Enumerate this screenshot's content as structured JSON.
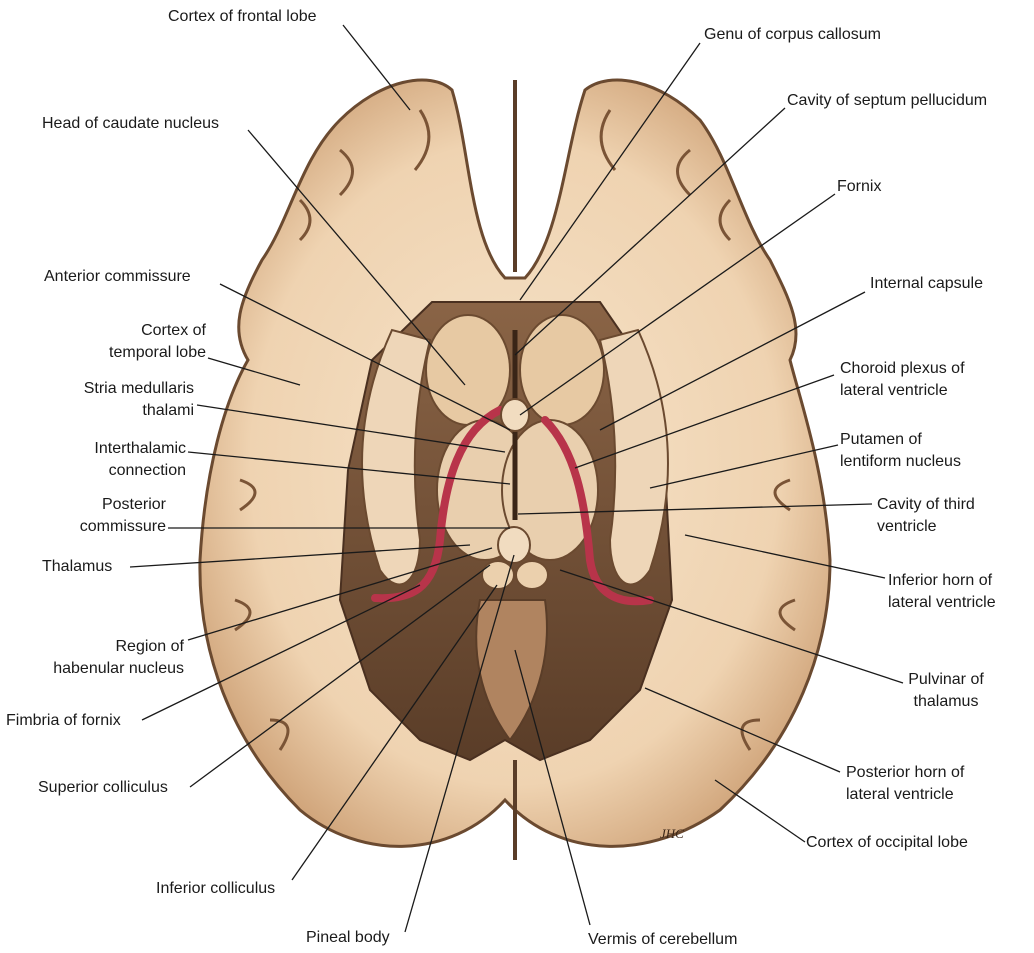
{
  "signature": "JHC",
  "labels": [
    {
      "id": "cortex-frontal-lobe",
      "lines": [
        "Cortex of frontal lobe"
      ]
    },
    {
      "id": "genu-corpus-callosum",
      "lines": [
        "Genu of corpus callosum"
      ]
    },
    {
      "id": "head-caudate-nucleus",
      "lines": [
        "Head of caudate nucleus"
      ]
    },
    {
      "id": "cavity-septum-pellucidum",
      "lines": [
        "Cavity of septum pellucidum"
      ]
    },
    {
      "id": "fornix",
      "lines": [
        "Fornix"
      ]
    },
    {
      "id": "anterior-commissure",
      "lines": [
        "Anterior commissure"
      ]
    },
    {
      "id": "internal-capsule",
      "lines": [
        "Internal capsule"
      ]
    },
    {
      "id": "cortex-temporal-lobe",
      "lines": [
        "Cortex of",
        "temporal lobe"
      ]
    },
    {
      "id": "choroid-plexus",
      "lines": [
        "Choroid plexus of",
        "lateral ventricle"
      ]
    },
    {
      "id": "stria-medullaris",
      "lines": [
        "Stria medullaris",
        "thalami"
      ]
    },
    {
      "id": "putamen",
      "lines": [
        "Putamen of",
        "lentiform nucleus"
      ]
    },
    {
      "id": "interthalamic-connection",
      "lines": [
        "Interthalamic",
        "connection"
      ]
    },
    {
      "id": "cavity-third-ventricle",
      "lines": [
        "Cavity of third",
        "ventricle"
      ]
    },
    {
      "id": "posterior-commissure",
      "lines": [
        "Posterior",
        "commissure"
      ]
    },
    {
      "id": "thalamus",
      "lines": [
        "Thalamus"
      ]
    },
    {
      "id": "inferior-horn",
      "lines": [
        "Inferior horn of",
        "lateral ventricle"
      ]
    },
    {
      "id": "habenular-nucleus",
      "lines": [
        "Region of",
        "habenular nucleus"
      ]
    },
    {
      "id": "pulvinar",
      "lines": [
        "Pulvinar of",
        "thalamus"
      ]
    },
    {
      "id": "fimbria-fornix",
      "lines": [
        "Fimbria of fornix"
      ]
    },
    {
      "id": "posterior-horn",
      "lines": [
        "Posterior horn of",
        "lateral ventricle"
      ]
    },
    {
      "id": "superior-colliculus",
      "lines": [
        "Superior colliculus"
      ]
    },
    {
      "id": "cortex-occipital-lobe",
      "lines": [
        "Cortex of occipital lobe"
      ]
    },
    {
      "id": "inferior-colliculus",
      "lines": [
        "Inferior colliculus"
      ]
    },
    {
      "id": "pineal-body",
      "lines": [
        "Pineal body"
      ]
    },
    {
      "id": "vermis-cerebellum",
      "lines": [
        "Vermis of cerebellum"
      ]
    }
  ]
}
